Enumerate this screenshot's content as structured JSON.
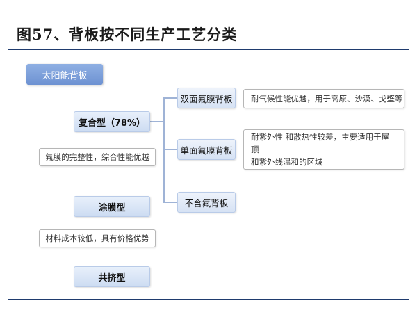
{
  "figure": {
    "title": "图57、背板按不同生产工艺分类"
  },
  "root": {
    "label": "太阳能背板"
  },
  "types": [
    {
      "label": "复合型（78%）",
      "note": "氟膜的完整性，综合性能优越"
    },
    {
      "label": "涂膜型",
      "note": "材料成本较低，具有价格优势"
    },
    {
      "label": "共挤型"
    }
  ],
  "subtypes": [
    {
      "label": "双面氟膜背板",
      "desc": [
        "耐气候性能优越，用于高原、沙漠、戈壁等"
      ]
    },
    {
      "label": "单面氟膜背板",
      "desc": [
        "耐紫外性 和散热性较差，主要适用于屋顶",
        "和紫外线温和的区域"
      ]
    },
    {
      "label": "不含氟背板"
    }
  ],
  "colors": {
    "root_fill": "#7a9ed8",
    "box_fill": "#dbe6f6",
    "connector": "#9fb3d6",
    "rule": "#1f3b6e"
  }
}
